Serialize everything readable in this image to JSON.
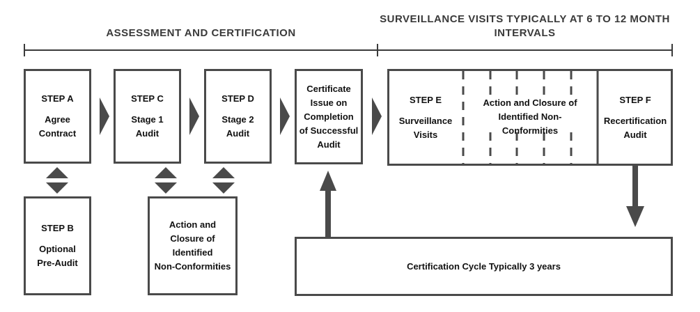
{
  "headers": {
    "assessment": "ASSESSMENT AND CERTIFICATION",
    "surveillance_line1": "SURVEILLANCE VISITS TYPICALLY",
    "surveillance_line2": "AT 6 TO 12 MONTH INTERVALS"
  },
  "steps": {
    "a": {
      "title": "STEP A",
      "line1": "Agree",
      "line2": "Contract"
    },
    "b": {
      "title": "STEP B",
      "line1": "Optional",
      "line2": "Pre-Audit"
    },
    "c": {
      "title": "STEP C",
      "line1": "Stage 1",
      "line2": "Audit"
    },
    "d": {
      "title": "STEP D",
      "line1": "Stage 2",
      "line2": "Audit"
    },
    "e": {
      "title": "STEP E",
      "line1": "Surveillance",
      "line2": "Visits"
    },
    "f": {
      "title": "STEP F",
      "line1": "Recertification",
      "line2": "Audit"
    }
  },
  "certificate": {
    "line1": "Certificate",
    "line2": "Issue on",
    "line3": "Completion",
    "line4": "of Successful",
    "line5": "Audit"
  },
  "stage_actions": {
    "line1": "Action and",
    "line2": "Closure of",
    "line3": "Identified",
    "line4": "Non-Conformities"
  },
  "surveillance_actions": {
    "line1": "Action and Closure of",
    "line2": "Identified Non-Conformities"
  },
  "cycle": {
    "label": "Certification Cycle Typically 3 years"
  }
}
